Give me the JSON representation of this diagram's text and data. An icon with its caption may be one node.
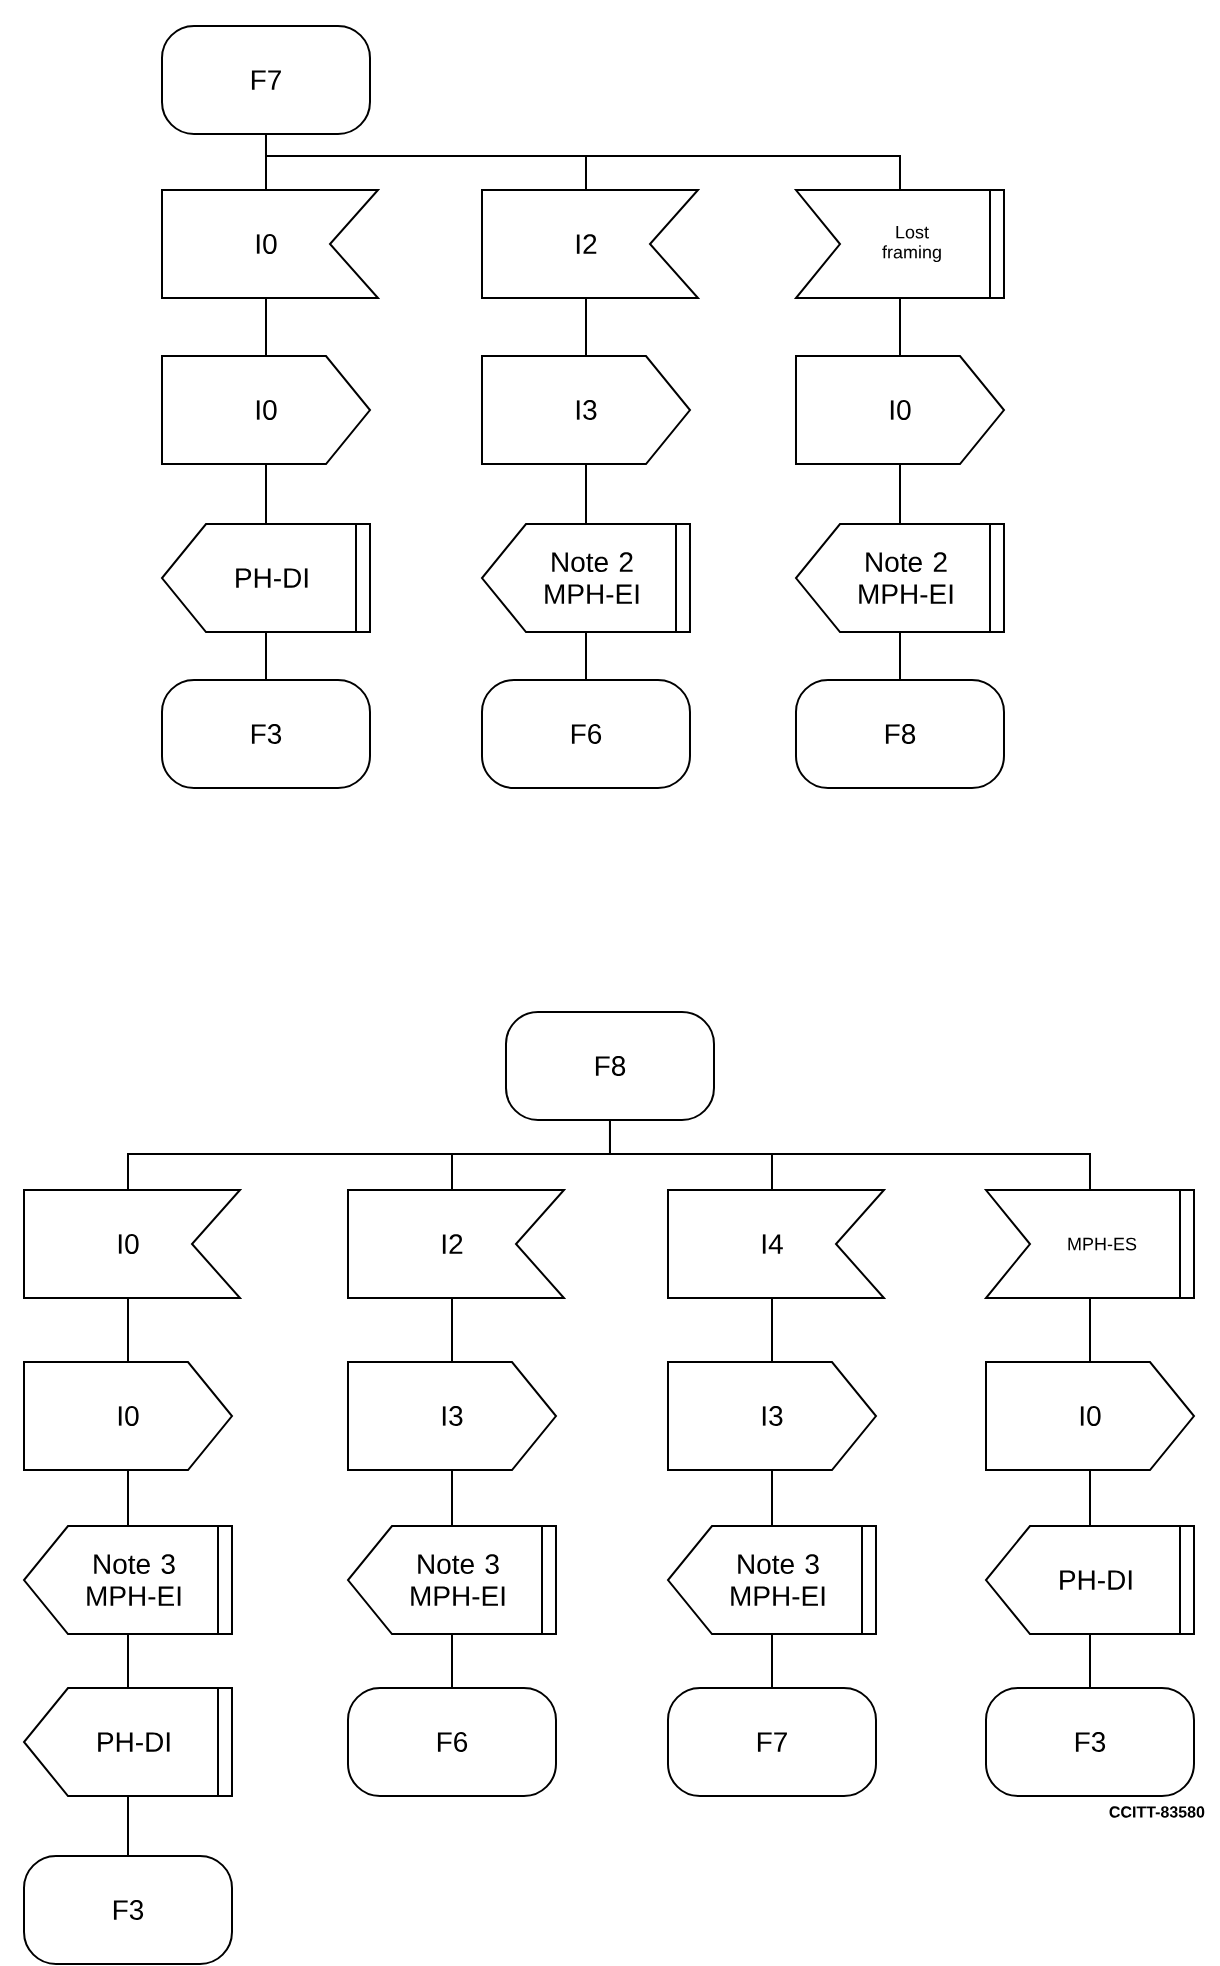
{
  "diagram": {
    "nodes": [
      {
        "text": [
          "F7"
        ]
      },
      {
        "text": [
          "I0"
        ]
      },
      {
        "text": [
          "I0"
        ]
      },
      {
        "text": [
          "PH-DI"
        ]
      },
      {
        "text": [
          "F3"
        ]
      },
      {
        "text": [
          "I2"
        ]
      },
      {
        "text": [
          "I3"
        ]
      },
      {
        "text": [
          "Note 2 MPH-EI"
        ]
      },
      {
        "text": [
          "F6"
        ]
      },
      {
        "text": [
          "Lost framing"
        ]
      },
      {
        "text": [
          "I0"
        ]
      },
      {
        "text": [
          "Note 2 MPH-EI"
        ]
      },
      {
        "text": [
          "F8"
        ]
      },
      {
        "text": [
          "F8"
        ]
      },
      {
        "text": [
          "I0"
        ]
      },
      {
        "text": [
          "I0"
        ]
      },
      {
        "text": [
          "Note 3 MPH-EI"
        ]
      },
      {
        "text": [
          "PH-DI"
        ]
      },
      {
        "text": [
          "F3"
        ]
      },
      {
        "text": [
          "I2"
        ]
      },
      {
        "text": [
          "I3"
        ]
      },
      {
        "text": [
          "Note 3 MPH-EI"
        ]
      },
      {
        "text": [
          "F6"
        ]
      },
      {
        "text": [
          "I4"
        ]
      },
      {
        "text": [
          "I3"
        ]
      },
      {
        "text": [
          "Note 3 MPH-EI"
        ]
      },
      {
        "text": [
          "F7"
        ]
      },
      {
        "text": [
          "MPH-ES"
        ]
      },
      {
        "text": [
          "I0"
        ]
      },
      {
        "text": [
          "PH-DI"
        ]
      },
      {
        "text": [
          "F3"
        ]
      }
    ],
    "edges": [
      {
        "from": 0,
        "to": 1,
        "arrow": "none"
      },
      {
        "from": 0,
        "to": 5,
        "arrow": "none"
      },
      {
        "from": 0,
        "to": 9,
        "arrow": "none"
      },
      {
        "from": 1,
        "to": 2,
        "arrow": "none"
      },
      {
        "from": 2,
        "to": 3,
        "arrow": "none"
      },
      {
        "from": 3,
        "to": 4,
        "arrow": "none"
      },
      {
        "from": 5,
        "to": 6,
        "arrow": "none"
      },
      {
        "from": 6,
        "to": 7,
        "arrow": "none"
      },
      {
        "from": 7,
        "to": 8,
        "arrow": "none"
      },
      {
        "from": 9,
        "to": 10,
        "arrow": "none"
      },
      {
        "from": 10,
        "to": 11,
        "arrow": "none"
      },
      {
        "from": 11,
        "to": 12,
        "arrow": "none"
      },
      {
        "from": 13,
        "to": 14,
        "arrow": "none"
      },
      {
        "from": 13,
        "to": 19,
        "arrow": "none"
      },
      {
        "from": 13,
        "to": 23,
        "arrow": "none"
      },
      {
        "from": 13,
        "to": 27,
        "arrow": "none"
      },
      {
        "from": 14,
        "to": 15,
        "arrow": "none"
      },
      {
        "from": 15,
        "to": 16,
        "arrow": "none"
      },
      {
        "from": 16,
        "to": 17,
        "arrow": "none"
      },
      {
        "from": 17,
        "to": 18,
        "arrow": "none"
      },
      {
        "from": 19,
        "to": 20,
        "arrow": "none"
      },
      {
        "from": 20,
        "to": 21,
        "arrow": "none"
      },
      {
        "from": 21,
        "to": 22,
        "arrow": "none"
      },
      {
        "from": 23,
        "to": 24,
        "arrow": "none"
      },
      {
        "from": 24,
        "to": 25,
        "arrow": "none"
      },
      {
        "from": 25,
        "to": 26,
        "arrow": "none"
      },
      {
        "from": 27,
        "to": 28,
        "arrow": "none"
      },
      {
        "from": 28,
        "to": 29,
        "arrow": "none"
      },
      {
        "from": 29,
        "to": 30,
        "arrow": "none"
      }
    ],
    "labels": [
      "CCITT-83580"
    ]
  }
}
